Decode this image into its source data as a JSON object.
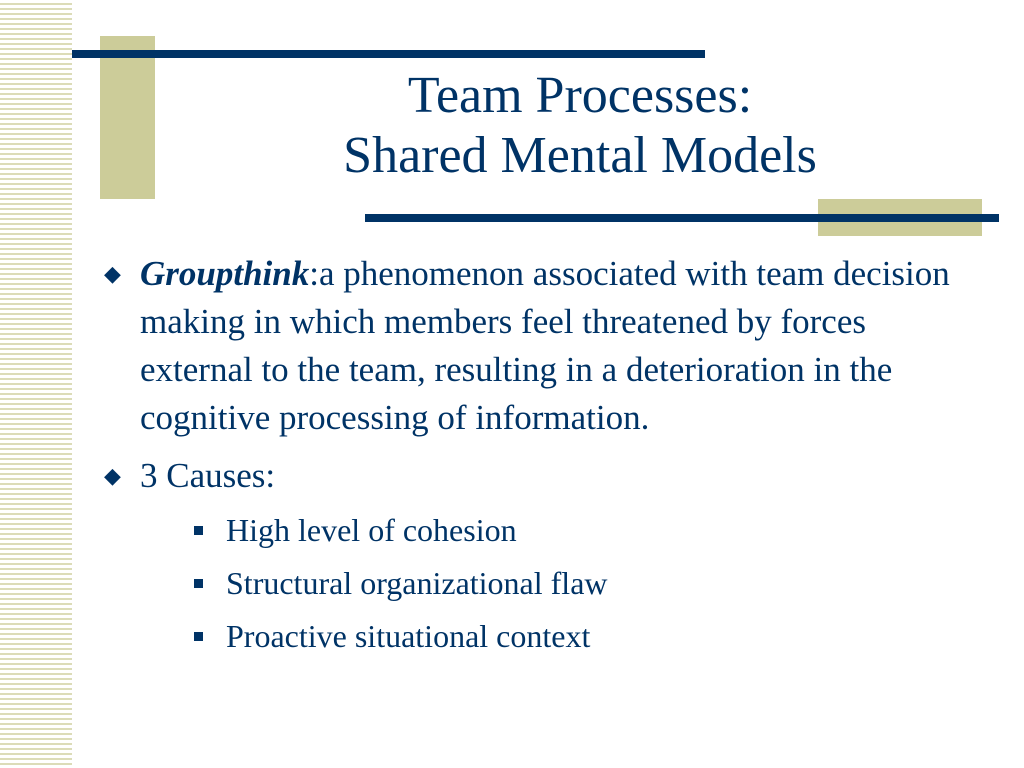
{
  "title": {
    "line1": "Team Processes:",
    "line2": "Shared Mental Models"
  },
  "bullets": {
    "groupthink": {
      "term": "Groupthink",
      "definition": ":a phenomenon associated with team decision making in which members feel threatened by forces external to the team, resulting in a deterioration in the cognitive processing of information."
    },
    "causes": {
      "label": "3 Causes:",
      "items": [
        "High level of cohesion",
        "Structural organizational flaw",
        "Proactive situational context"
      ]
    }
  },
  "colors": {
    "text": "#003366",
    "rule": "#003366",
    "accent": "#cccc99",
    "stripe": "#dcdcb8"
  },
  "icons": {
    "main_bullet": "diamond-bullet-icon",
    "sub_bullet": "square-bullet-icon"
  }
}
